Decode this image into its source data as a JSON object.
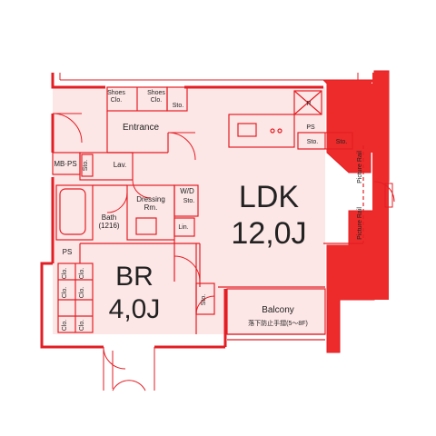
{
  "colors": {
    "wall": "#ee2b2b",
    "fill": "#fde6e6",
    "line": "#e31e24",
    "text": "#222222"
  },
  "labels": {
    "entrance": "Entrance",
    "shoes": "Shoes",
    "clo": "Clo.",
    "sto": "Sto.",
    "r": "R",
    "ps": "PS",
    "mbps": "MB·PS",
    "lav": "Lav.",
    "dressing": "Dressing",
    "rm": "Rm.",
    "wd": "W/D",
    "bath": "Bath",
    "bath_size": "(1216)",
    "lin": "Lin.",
    "ldk": "LDK",
    "ldk_size": "12,0J",
    "br": "BR",
    "br_size": "4,0J",
    "balcony": "Balcony",
    "rail_note": "落下防止手摺(5～8F)",
    "picture_rail": "Picture Rail"
  }
}
